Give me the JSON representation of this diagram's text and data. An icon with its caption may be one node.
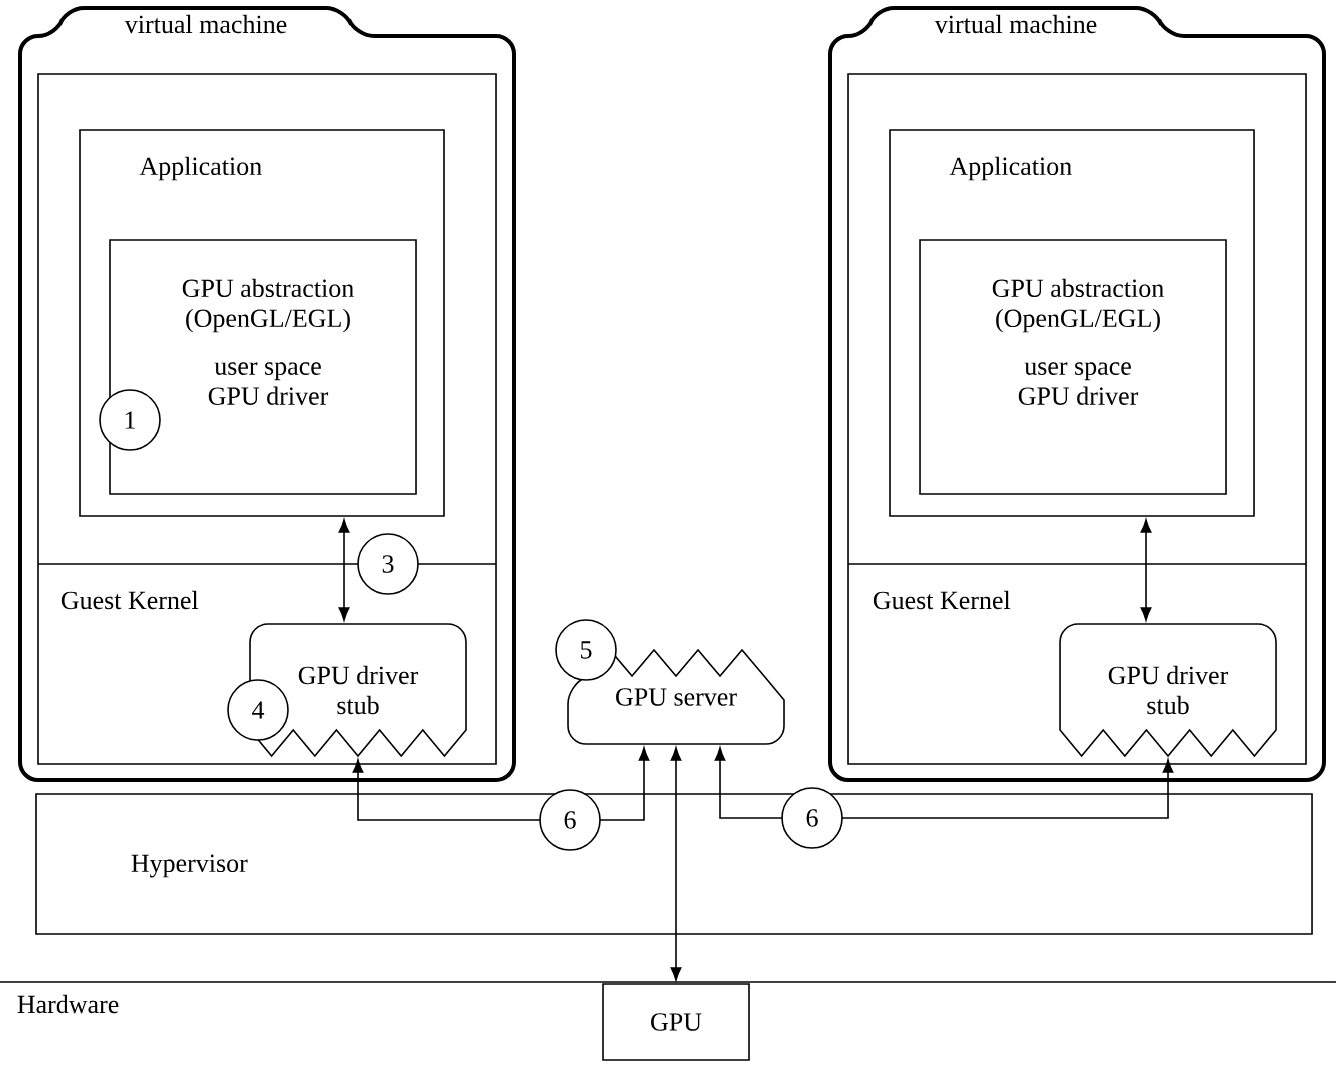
{
  "diagram": {
    "nodes": [
      {
        "text": [
          "virtual machine"
        ]
      },
      {
        "text": [
          "Application"
        ],
        "in": 0
      },
      {
        "text": [
          "GPU abstraction (OpenGL/EGL)",
          "user space GPU driver"
        ],
        "in": 1
      },
      {
        "text": [
          "GPU driver stub"
        ],
        "in": 0
      },
      {
        "text": [
          "virtual machine"
        ]
      },
      {
        "text": [
          "Application"
        ],
        "in": 4
      },
      {
        "text": [
          "GPU abstraction (OpenGL/EGL)",
          "user space GPU driver"
        ],
        "in": 5
      },
      {
        "text": [
          "GPU driver stub"
        ],
        "in": 4
      },
      {
        "text": [
          "GPU server"
        ]
      },
      {
        "text": [
          "GPU"
        ]
      }
    ],
    "edges": [
      {
        "from": 1,
        "to": 3,
        "arrow": "both"
      },
      {
        "from": 5,
        "to": 7,
        "arrow": "both"
      },
      {
        "from": 3,
        "to": 8,
        "arrow": "both"
      },
      {
        "from": 7,
        "to": 8,
        "arrow": "both"
      },
      {
        "from": 8,
        "to": 9,
        "arrow": "both"
      }
    ],
    "labels": [
      "1",
      "3",
      "Guest Kernel",
      "Guest Kernel",
      "4",
      "5",
      "6",
      "6",
      "Hypervisor",
      "Hardware"
    ]
  }
}
